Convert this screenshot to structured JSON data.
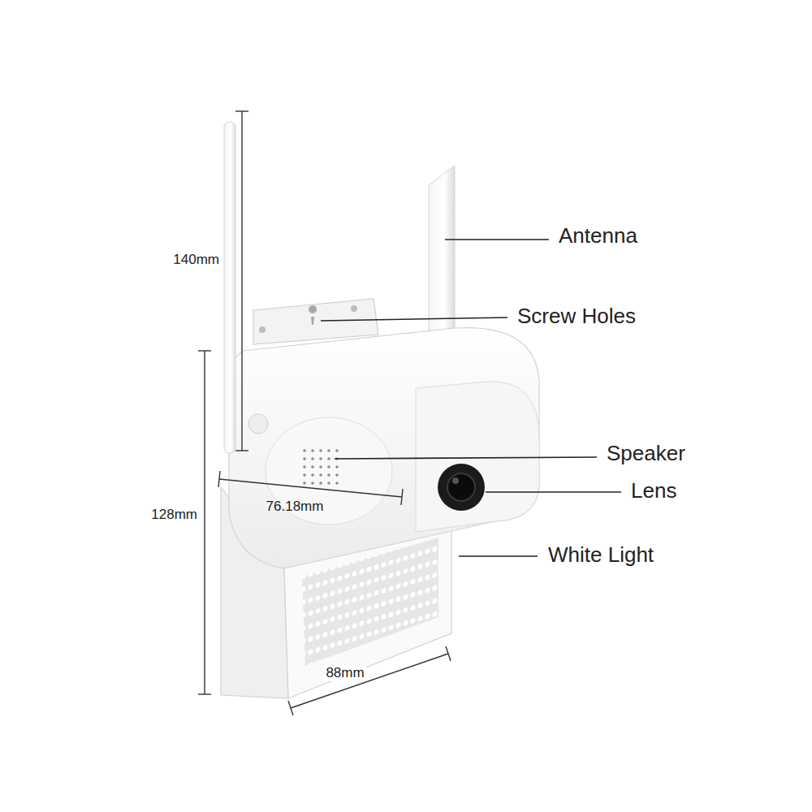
{
  "diagram": {
    "labels": [
      "140mm",
      "Antenna",
      "Screw Holes",
      "Speaker",
      "76.18mm",
      "Lens",
      "128mm",
      "White Light",
      "88mm"
    ]
  }
}
